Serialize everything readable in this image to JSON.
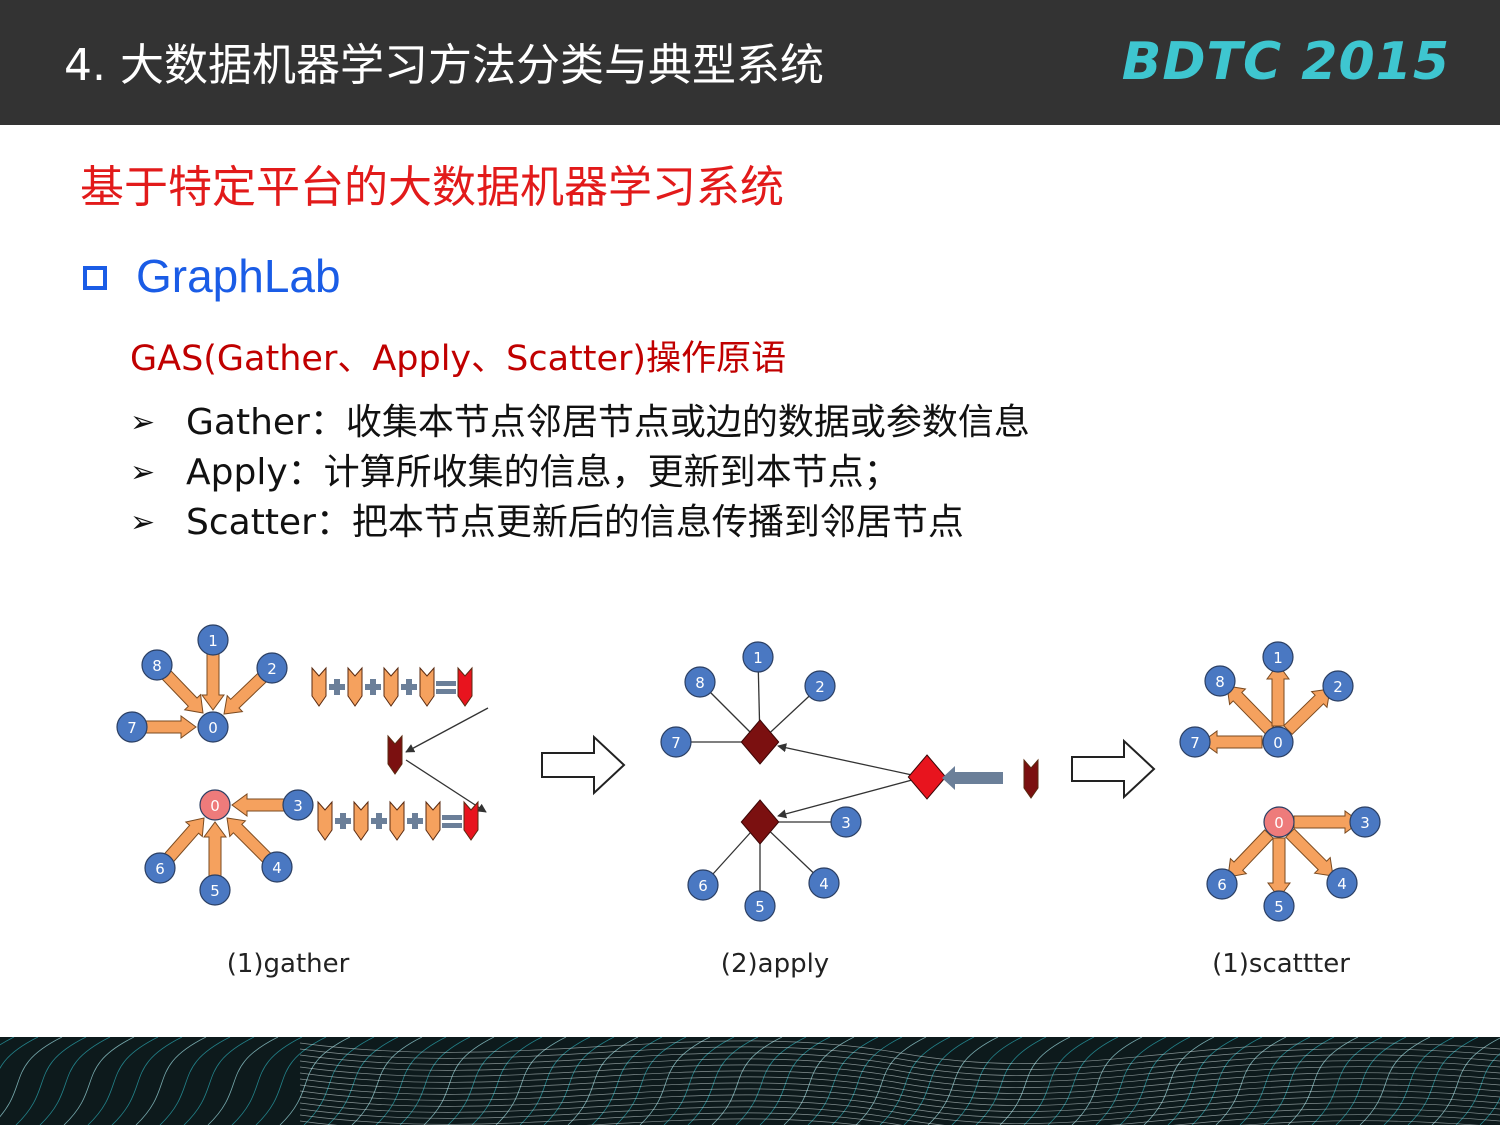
{
  "header": {
    "title": "4. 大数据机器学习方法分类与典型系统",
    "logo": "BDTC 2015"
  },
  "section_title": "基于特定平台的大数据机器学习系统",
  "bullet": {
    "label": "GraphLab"
  },
  "gas": {
    "heading": "GAS(Gather、Apply、Scatter)操作原语",
    "points": [
      "Gather：收集本节点邻居节点或边的数据或参数信息",
      "Apply：计算所收集的信息，更新到本节点；",
      "Scatter：把本节点更新后的信息传播到邻居节点"
    ]
  },
  "diagram": {
    "captions": [
      "(1)gather",
      "(2)apply",
      "(1)scattter"
    ],
    "node_labels": [
      "0",
      "1",
      "2",
      "3",
      "4",
      "5",
      "6",
      "7",
      "8"
    ],
    "colors": {
      "node_blue": "#4a78c2",
      "node_red": "#ee7b7b",
      "arrow_orange": "#f5a15e",
      "dark_red": "#7b1010",
      "bright_red": "#e8141e",
      "steel": "#6b7f99"
    }
  },
  "colors": {
    "header_bg": "#333333",
    "logo": "#3ec6d0",
    "section_title": "#e21a1a",
    "bullet": "#1a5ce6",
    "sub_heading": "#c00000"
  }
}
